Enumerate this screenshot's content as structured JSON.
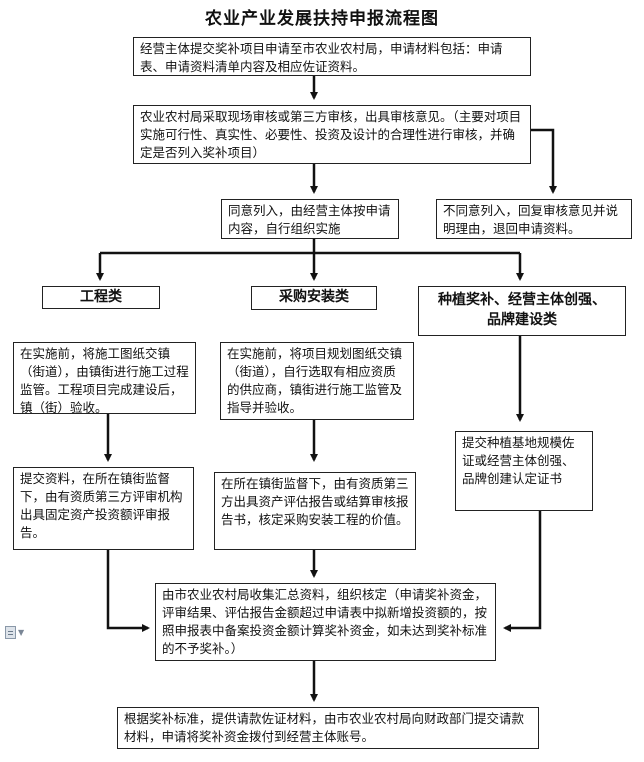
{
  "title": "农业产业发展扶持申报流程图",
  "nodes": {
    "submit": "经营主体提交奖补项目申请至市农业农村局，申请材料包括：申请表、申请资料清单内容及相应佐证资料。",
    "review": "农业农村局采取现场审核或第三方审核，出具审核意见。（主要对项目实施可行性、真实性、必要性、投资及设计的合理性进行审核，并确定是否列入奖补项目）",
    "agree": "同意列入，由经营主体按申请内容，自行组织实施",
    "disagree": "不同意列入，回复审核意见并说明理由，退回申请资料。",
    "engineering_before": "在实施前，将施工图纸交镇（街道），由镇街进行施工过程监管。工程项目完成建设后，镇（街）验收。",
    "purchase_before": "在实施前，将项目规划图纸交镇（街道），自行选取有相应资质的供应商，镇街进行施工监管及指导并验收。",
    "planting_submit": "提交种植基地规模佐证或经营主体创强、品牌创建认定证书",
    "engineering_after": "提交资料，在所在镇街监督下，由有资质第三方评审机构出具固定资产投资额评审报告。",
    "purchase_after": "在所在镇街监督下，由有资质第三方出具资产评估报告或结算审核报告书，核定采购安装工程的价值。",
    "collect": "由市农业农村局收集汇总资料，组织核定（申请奖补资金，评审结果、评估报告金额超过申请表中拟新增投资额的，按照申报表中备案投资金额计算奖补资金，如未达到奖补标准的不予奖补。）",
    "final": "根据奖补标准，提供请款佐证材料，由市农业农村局向财政部门提交请款材料，申请将奖补资金拨付到经营主体账号。"
  },
  "categories": {
    "engineering": "工程类",
    "purchase": "采购安装类",
    "planting": "种植奖补、经营主体创强、品牌建设类"
  }
}
